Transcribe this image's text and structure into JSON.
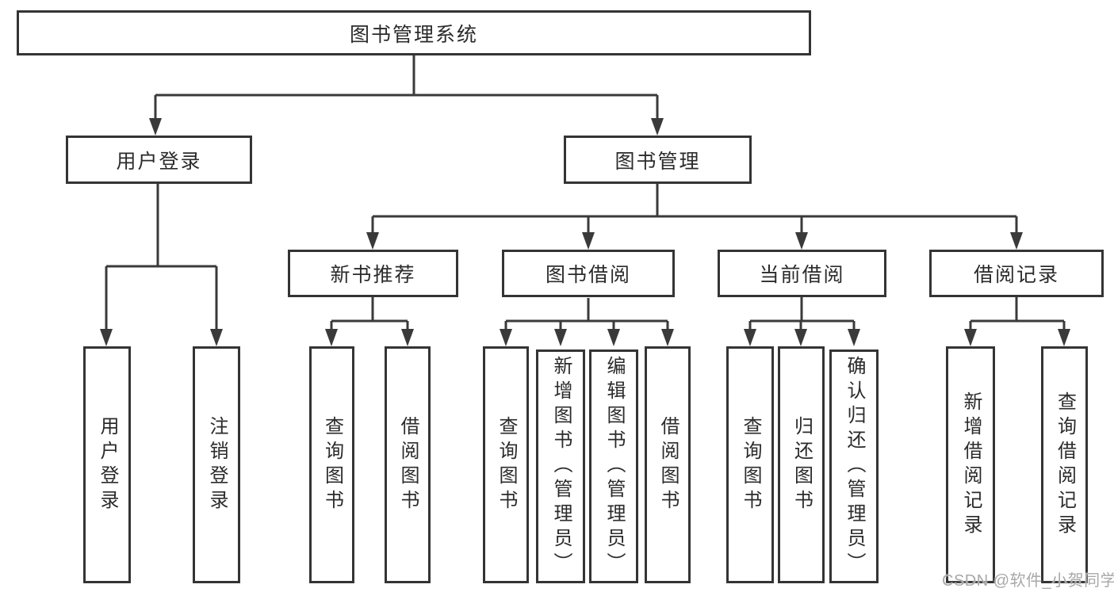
{
  "tree": {
    "label": "图书管理系统",
    "children": [
      {
        "label": "用户登录",
        "children": [
          {
            "label": "用户登录"
          },
          {
            "label": "注销登录"
          }
        ]
      },
      {
        "label": "图书管理",
        "children": [
          {
            "label": "新书推荐",
            "children": [
              {
                "label": "查询图书"
              },
              {
                "label": "借阅图书"
              }
            ]
          },
          {
            "label": "图书借阅",
            "children": [
              {
                "label": "查询图书"
              },
              {
                "label": "新增图书（管理员）"
              },
              {
                "label": "编辑图书（管理员）"
              },
              {
                "label": "借阅图书"
              }
            ]
          },
          {
            "label": "当前借阅",
            "children": [
              {
                "label": "查询图书"
              },
              {
                "label": "归还图书"
              },
              {
                "label": "确认归还（管理员）"
              }
            ]
          },
          {
            "label": "借阅记录",
            "children": [
              {
                "label": "新增借阅记录"
              },
              {
                "label": "查询借阅记录"
              }
            ]
          }
        ]
      }
    ]
  },
  "watermark": {
    "text": "CSDN @软件_小贺同学"
  },
  "colors": {
    "background": "#ffffff",
    "box_border": "#343434",
    "connector_line": "#3a3a3a",
    "text": "#2b2b2b",
    "watermark_text": "#a8a8a8"
  }
}
